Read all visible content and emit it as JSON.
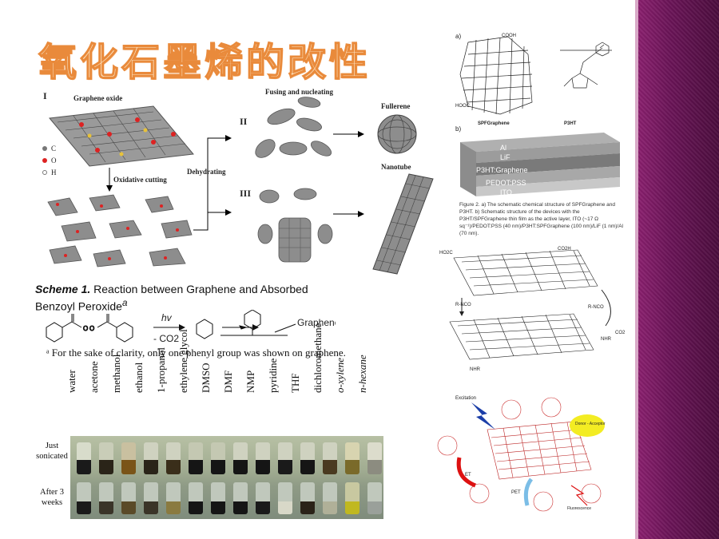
{
  "title": "氧化石墨烯的改性",
  "fig1": {
    "label_I": "I",
    "label_II": "II",
    "label_III": "III",
    "graphene_oxide": "Graphene oxide",
    "legend": [
      "C",
      "O",
      "H"
    ],
    "oxidative_cutting": "Oxidative cutting",
    "dehydrating": "Dehydrating",
    "fusing": "Fusing and nucleating",
    "fullerene": "Fullerene",
    "nanotube": "Nanotube"
  },
  "scheme": {
    "title": "Scheme 1.",
    "caption": "Reaction between Graphene and Absorbed Benzoyl Peroxide",
    "hv": "hv",
    "co2": "- CO2",
    "graphene": "Graphene",
    "footnote": "ᵃ For the sake of clarity, only one phenyl group was shown on graphene."
  },
  "solvents": {
    "names": [
      "water",
      "acetone",
      "methanol",
      "ethanol",
      "1-propanol",
      "ethylene glycol",
      "DMSO",
      "DMF",
      "NMP",
      "pyridine",
      "THF",
      "dichloromethane",
      "o-xylene",
      "n-hexane"
    ],
    "row1": "Just sonicated",
    "row2": "After 3 weeks"
  },
  "fig2": {
    "a": "a)",
    "b": "b)",
    "spf": "SPFGraphene",
    "p3ht": "P3HT",
    "cooh": "COOH",
    "hooc": "HOOC",
    "layers": [
      "Al",
      "LiF",
      "P3HT:Graphene",
      "PEDOT:PSS",
      "ITO"
    ],
    "caption": "Figure 2. a) The schematic chemical structure of SPFGraphene and P3HT. b) Schematic structure of the devices with the P3HT/SPFGraphene thin film as the active layer, ITO (~17 Ω sq⁻¹)/PEDOT:PSS (40 nm)/P3HT:SPFGraphene (100 nm)/LiF (1 nm)/Al (70 nm)."
  },
  "fig3": {
    "rnco1": "R-NCO",
    "rnco2": "R-NCO",
    "co2": "CO2",
    "nhr": "NHR",
    "ho2c": "HO2C",
    "co2h": "CO2H"
  },
  "fig4": {
    "excitation": "Excitation",
    "donor": "Donor - Acceptor",
    "et": "ET",
    "pet": "PET",
    "fluorescence": "Fluorescence"
  }
}
